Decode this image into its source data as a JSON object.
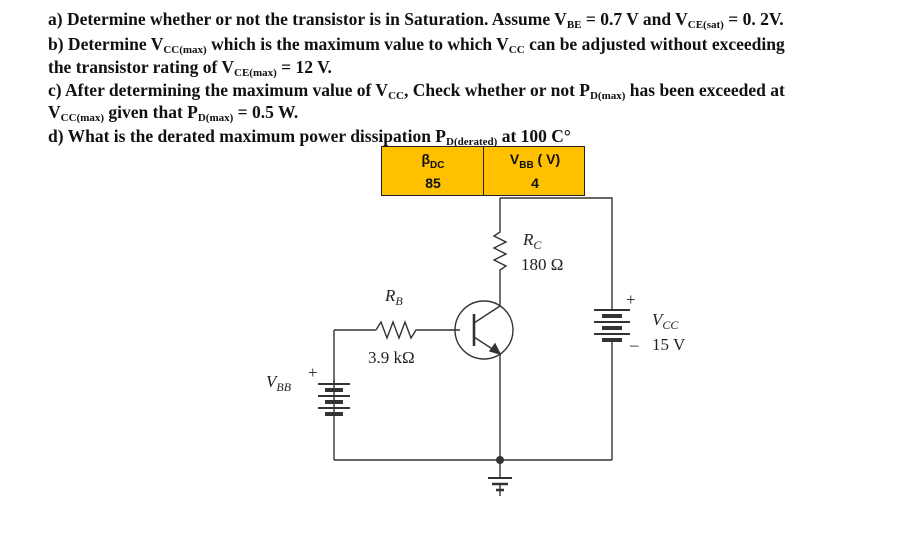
{
  "questions": {
    "a": {
      "p1": "a) Determine whether or not the transistor is in Saturation. Assume V",
      "s1": "BE",
      "p2": " = 0.7 V and V",
      "s2": "CE(sat)",
      "p3": " = 0. 2V."
    },
    "b1": {
      "p1": "b) Determine V",
      "s1": "CC(max)",
      "p2": " which is the maximum value to which V",
      "s2": "CC",
      "p3": " can be adjusted  without exceeding"
    },
    "b2": {
      "p1": "the transistor rating of V",
      "s1": "CE(max)",
      "p2": " = 12 V."
    },
    "c1": {
      "p1": "c) After determining the maximum value of V",
      "s1": "CC",
      "p2": ", Check whether or not P",
      "s2": "D(max)",
      "p3": " has been exceeded at"
    },
    "c2": {
      "p1": "V",
      "s1": "CC(max)",
      "p2": "  given that P",
      "s2": "D(max)",
      "p3": " = 0.5 W."
    },
    "d": {
      "p1": "d) What is the derated maximum power dissipation P",
      "s1": "D(derated)",
      "p2": " at 100 C°"
    }
  },
  "table": {
    "header_beta": "β",
    "header_beta_sub": "DC",
    "header_vbb": "V",
    "header_vbb_sub": "BB",
    "header_vbb_unit": " ( V)",
    "val_beta": "85",
    "val_vbb": "4"
  },
  "circuit": {
    "rc_label": "R",
    "rc_sub": "C",
    "rc_value": "180 Ω",
    "rb_label": "R",
    "rb_sub": "B",
    "rb_value": "3.9 kΩ",
    "vcc_label": "V",
    "vcc_sub": "CC",
    "vcc_value": "15 V",
    "vbb_label": "V",
    "vbb_sub": "BB",
    "plus": "+",
    "minus": "–"
  },
  "colors": {
    "table_fill": "#FFC000",
    "wire": "#333333"
  }
}
